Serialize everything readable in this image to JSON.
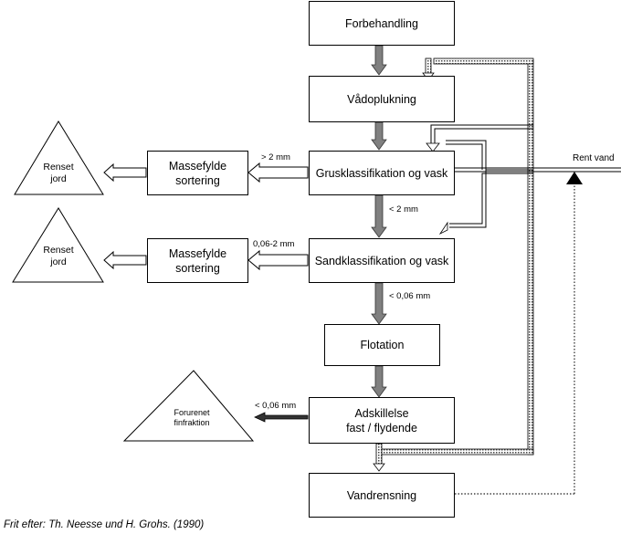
{
  "process": {
    "forbehandling": "Forbehandling",
    "vadoplukning": "Vådoplukning",
    "grus": "Grusklassifikation og vask",
    "sand": "Sandklassifikation og vask",
    "flotation": "Flotation",
    "adskillelse_1": "Adskillelse",
    "adskillelse_2": "fast / flydende",
    "vandrensning": "Vandrensning"
  },
  "side": {
    "massefylde_1a": "Massefylde",
    "massefylde_1b": "sortering",
    "massefylde_2a": "Massefylde",
    "massefylde_2b": "sortering",
    "renset_1a": "Renset",
    "renset_1b": "jord",
    "renset_2a": "Renset",
    "renset_2b": "jord",
    "forurenet_a": "Forurenet",
    "forurenet_b": "finfraktion"
  },
  "labels": {
    "gt2": "> 2 mm",
    "lt2": "< 2 mm",
    "range": "0,06-2 mm",
    "lt006_sand": "< 0,06 mm",
    "lt006_adsk": "< 0,06 mm",
    "rent_vand": "Rent vand"
  },
  "caption": "Frit efter: Th. Neesse und H. Grohs. (1990)"
}
